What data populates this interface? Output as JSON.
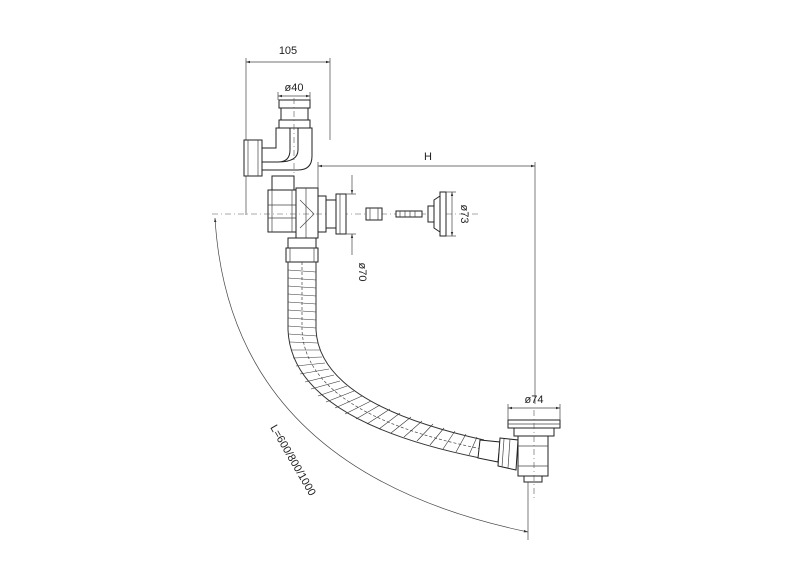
{
  "dimensions": {
    "width_top": "105",
    "overflow_dia": "ø40",
    "height": "H",
    "cap_dia": "ø73",
    "flange_dia": "ø70",
    "plug_dia": "ø74",
    "hose_length": "L=600/800/1000"
  },
  "colors": {
    "line": "#333333",
    "background": "#ffffff"
  }
}
